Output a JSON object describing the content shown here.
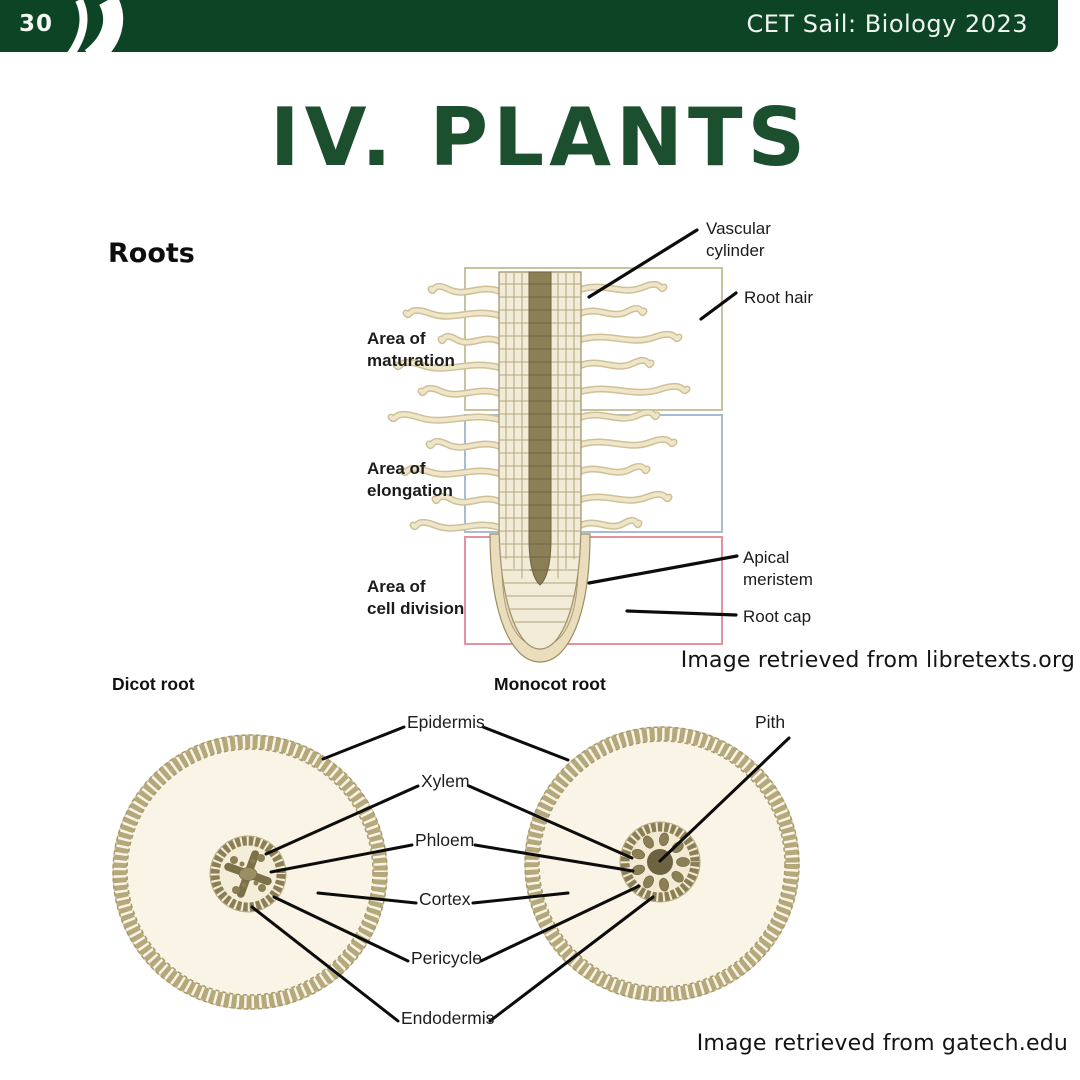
{
  "header": {
    "page_number": "30",
    "course_title": "CET Sail: Biology 2023"
  },
  "title": "IV. PLANTS",
  "roots_heading": "Roots",
  "root_tip": {
    "zones": [
      {
        "label": "Area of\nmaturation"
      },
      {
        "label": "Area of\nelongation"
      },
      {
        "label": "Area of\ncell division"
      }
    ],
    "callouts": {
      "vascular_cylinder": "Vascular\ncylinder",
      "root_hair": "Root hair",
      "apical_meristem": "Apical\nmeristem",
      "root_cap": "Root cap"
    },
    "credit": "Image retrieved from libretexts.org"
  },
  "cross_sections": {
    "dicot_title": "Dicot root",
    "monocot_title": "Monocot root",
    "shared_labels": [
      "Epidermis",
      "Xylem",
      "Phloem",
      "Cortex",
      "Pericycle",
      "Endodermis"
    ],
    "pith_label": "Pith",
    "credit": "Image retrieved from gatech.edu"
  },
  "colors": {
    "header_green": "#0e4426",
    "title_green": "#1c4f2e",
    "maturation_box_border": "#c6c4a0",
    "elongation_box_border": "#a6bcd2",
    "cell_division_box_border": "#e6929e",
    "tissue_cream": "#f9f4e6",
    "cell_wall_olive": "#b5a97c",
    "stele_dark_olive": "#8b7f55",
    "pith_brown": "#6e6340"
  }
}
